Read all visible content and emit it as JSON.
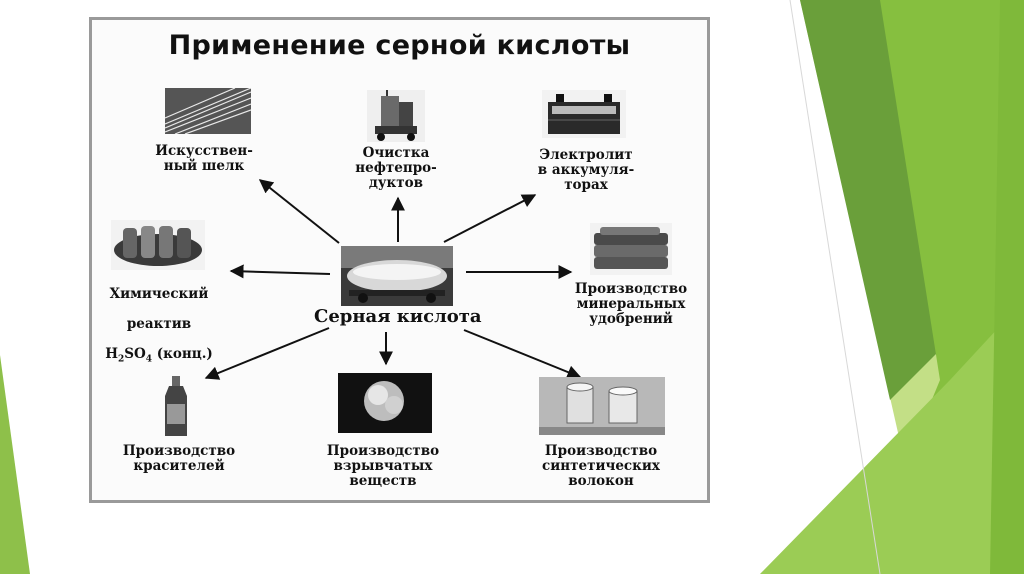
{
  "title": "Применение серной кислоты",
  "center": "Серная кислота",
  "uses": {
    "silk": "Искусствен-\nный шелк",
    "oil": "Очистка\nнефтепро-\nдуктов",
    "battery": "Электролит\nв аккумуля-\nторах",
    "reagent": {
      "line1": "Химический",
      "line2": "реактив",
      "formula_a": "H",
      "sub2": "2",
      "formula_b": "SO",
      "sub4": "4",
      "formula_c": " (конц.)"
    },
    "fertilizer": "Производство\nминеральных\nудобрений",
    "dyes": "Производство\nкрасителей",
    "explosives": "Производство\nвзрывчатых\nвеществ",
    "fibers": "Производство\nсинтетических\nволокон"
  },
  "colors": {
    "green_light": "#a9d15a",
    "green_mid": "#7fb93a",
    "green_dark": "#5a8f2c",
    "frame": "#9a9a9a"
  }
}
